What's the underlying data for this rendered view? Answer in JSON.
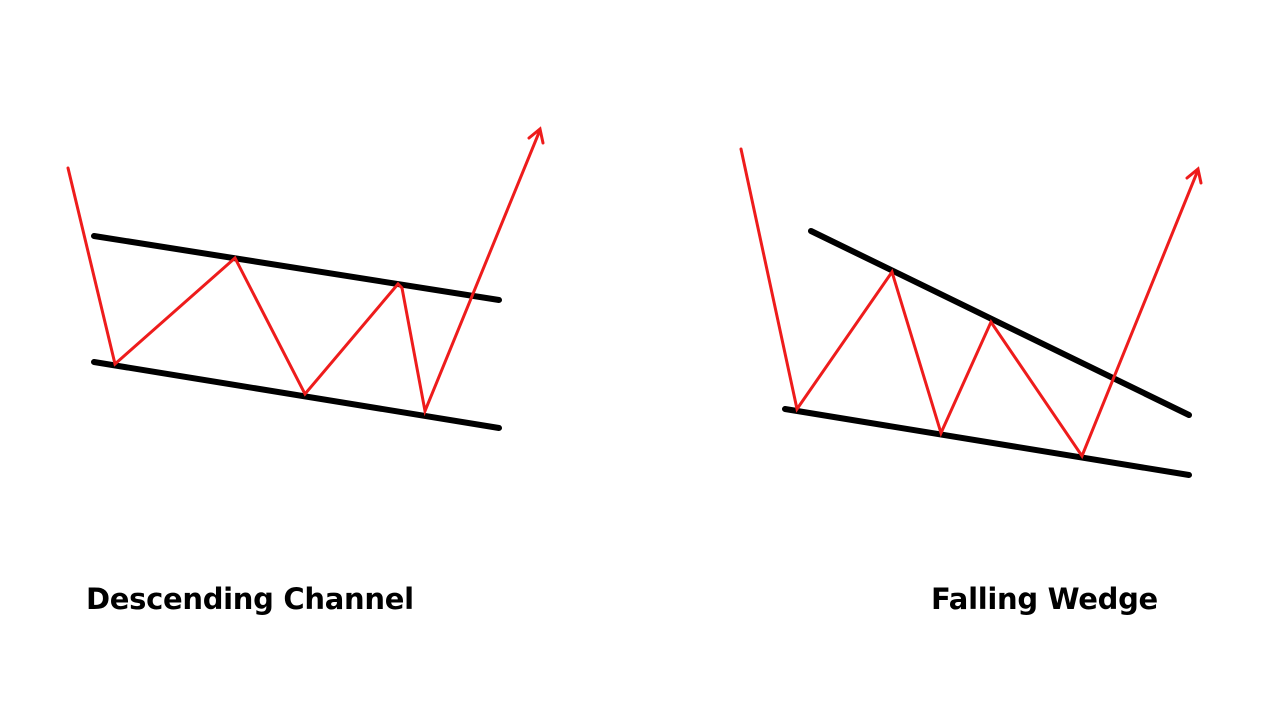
{
  "colors": {
    "background": "#ffffff",
    "trendline": "#000000",
    "price_path": "#ee1c1c"
  },
  "patterns": [
    {
      "id": "descending-channel",
      "label": "Descending Channel"
    },
    {
      "id": "falling-wedge",
      "label": "Falling Wedge"
    }
  ]
}
